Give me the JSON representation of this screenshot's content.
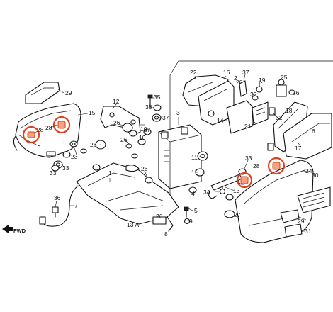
{
  "diagram": {
    "labels": [
      "29",
      "15",
      "28",
      "28",
      "23",
      "33",
      "33",
      "12",
      "35",
      "36",
      "37",
      "10",
      "26",
      "3",
      "26",
      "26",
      "10",
      "37",
      "1",
      "36",
      "7",
      "5",
      "11",
      "11",
      "26",
      "22",
      "16",
      "19",
      "37",
      "32",
      "36",
      "32",
      "14",
      "21",
      "18",
      "17",
      "6",
      "33",
      "28",
      "34",
      "13",
      "24",
      "29",
      "31",
      "30",
      "13 A",
      "26",
      "9",
      "27",
      "4",
      "8",
      "2",
      "20",
      "25"
    ],
    "fwd_label": "FWD",
    "highlight_color": "#e0401a",
    "highlight_fill": "#f4a27f"
  }
}
